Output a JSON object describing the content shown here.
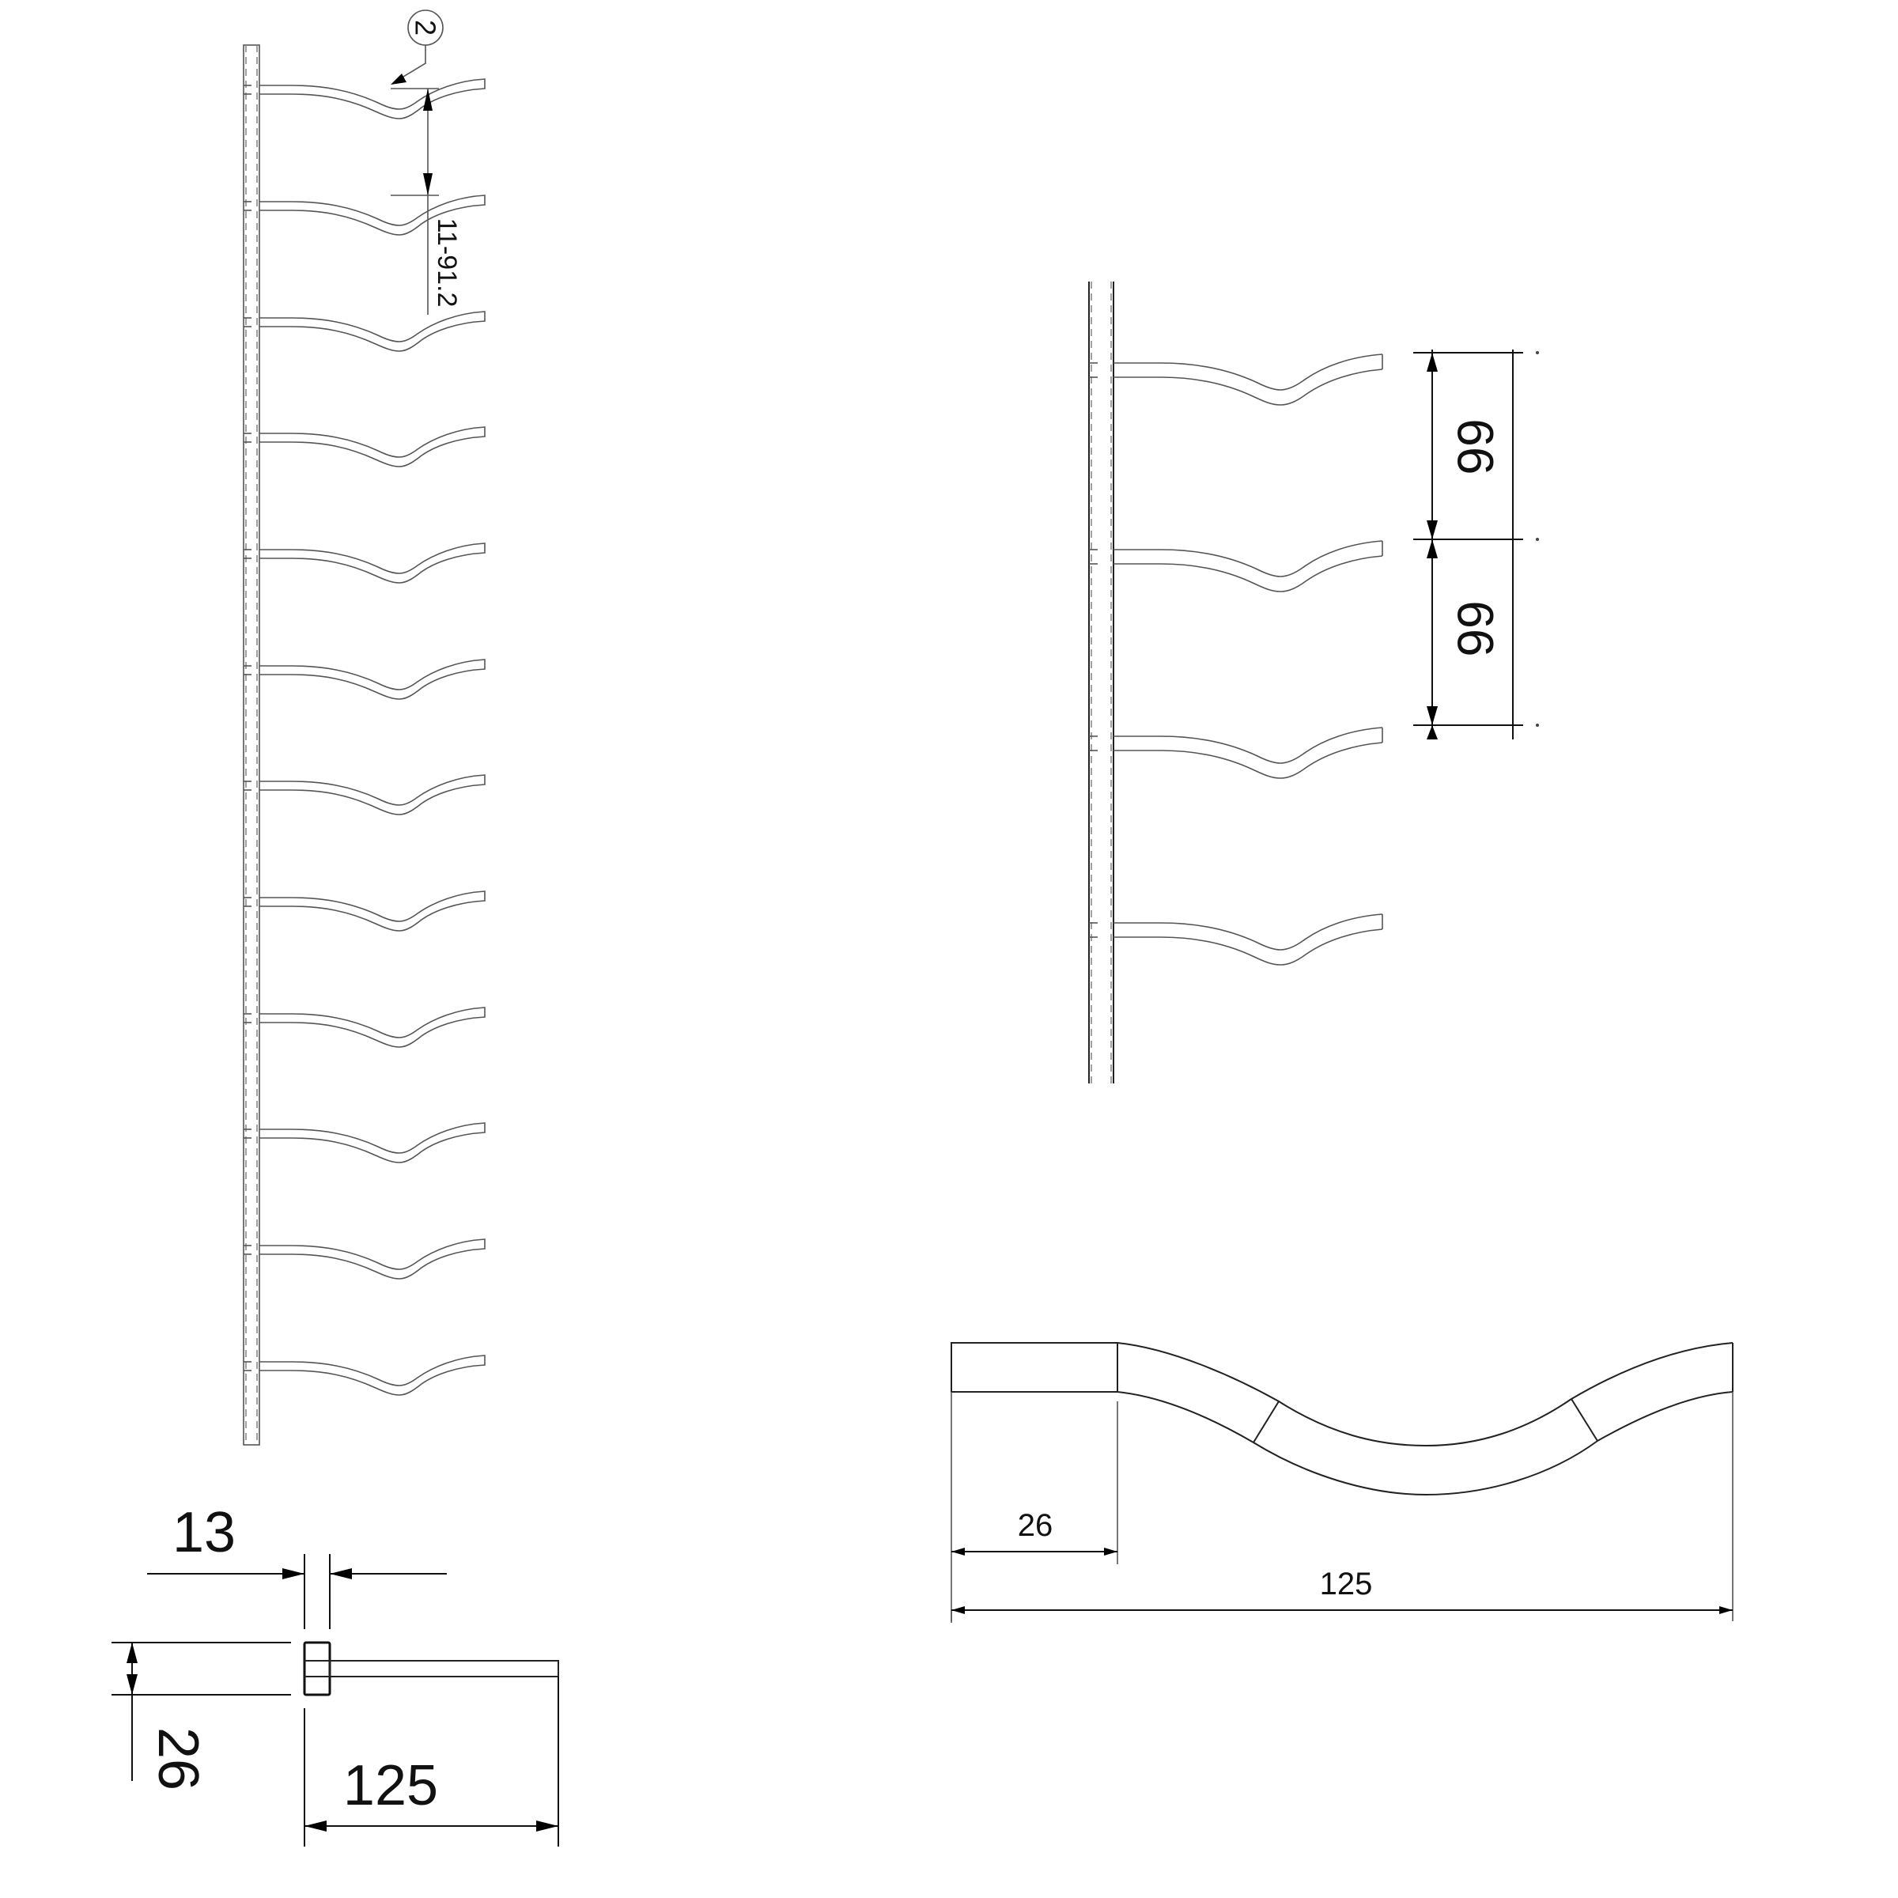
{
  "drawing": {
    "type": "technical-drawing",
    "subject": "wall-mounted rack with wave-shaped arms",
    "colors": {
      "line": "#555555",
      "dimension": "#111111",
      "background": "#ffffff"
    }
  },
  "views": {
    "front_full": {
      "arm_count": 12,
      "callout": {
        "label": "2"
      },
      "pitch_dimension": {
        "label": "11-91.2"
      }
    },
    "front_detail": {
      "arm_count": 4,
      "spacing_dimensions": [
        {
          "label": "99"
        },
        {
          "label": "99"
        }
      ]
    },
    "section": {
      "width_dimension": {
        "label": "13"
      },
      "height_dimension": {
        "label": "26"
      },
      "length_dimension": {
        "label": "125"
      }
    },
    "arm_profile": {
      "straight_length_dimension": {
        "label": "26"
      },
      "total_length_dimension": {
        "label": "125"
      }
    }
  }
}
